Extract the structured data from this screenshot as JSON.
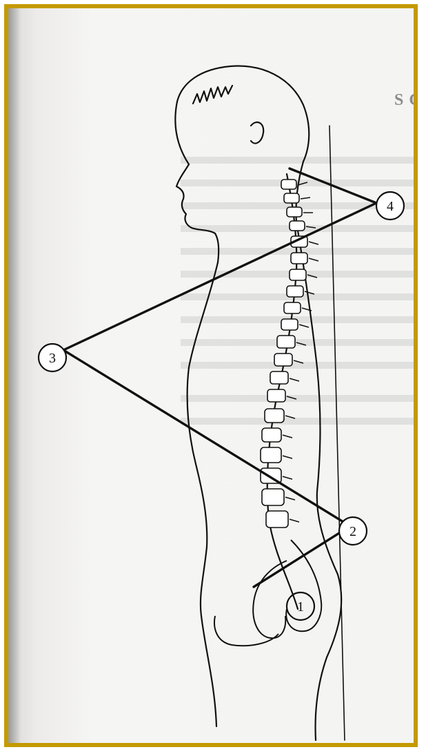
{
  "figure": {
    "border_color": "#c49a00",
    "line_color": "#111111",
    "background_heading": "S CURVAS RAQUÍDEAS",
    "callouts": [
      {
        "id": "1",
        "label": "1"
      },
      {
        "id": "2",
        "label": "2"
      },
      {
        "id": "3",
        "label": "3"
      },
      {
        "id": "4",
        "label": "4"
      }
    ]
  }
}
